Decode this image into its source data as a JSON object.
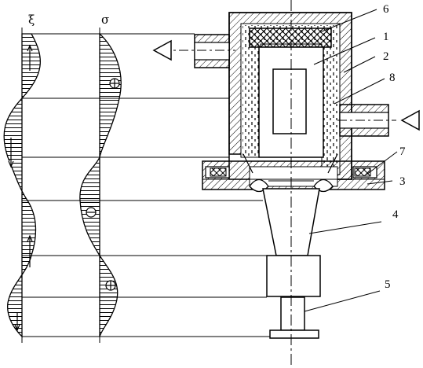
{
  "labels": {
    "xi": "ξ",
    "sigma": "σ",
    "part_1": "1",
    "part_2": "2",
    "part_3": "3",
    "part_4": "4",
    "part_5": "5",
    "part_6": "6",
    "part_7": "7",
    "part_8": "8"
  },
  "symbols": {
    "plus": "⊕",
    "minus": "⊖"
  },
  "colors": {
    "stroke": "#000000",
    "background": "#ffffff"
  }
}
